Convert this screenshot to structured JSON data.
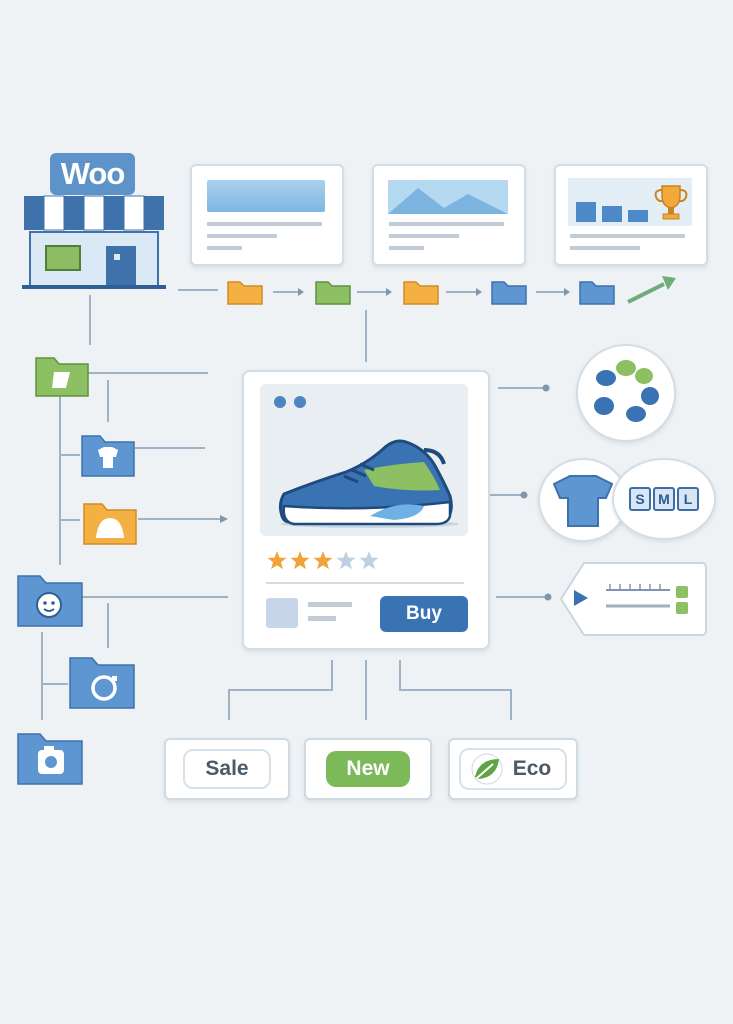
{
  "store": {
    "logo_text": "Woo"
  },
  "product": {
    "buy_label": "Buy",
    "rating": 3,
    "rating_max": 5
  },
  "sizes": [
    "S",
    "M",
    "L"
  ],
  "tags": [
    {
      "label": "Sale"
    },
    {
      "label": "New"
    },
    {
      "label": "Eco"
    }
  ],
  "colors": {
    "background": "#eef2f5",
    "accent_blue": "#3a73b3",
    "accent_green": "#7cba59",
    "accent_orange": "#f4a83a",
    "star": "#f2a23a"
  },
  "icons": [
    "store-icon",
    "folder-icon",
    "shoe-icon",
    "tshirt-icon",
    "trophy-icon",
    "camera-icon",
    "leaf-icon",
    "color-palette-icon",
    "price-tag-icon"
  ]
}
